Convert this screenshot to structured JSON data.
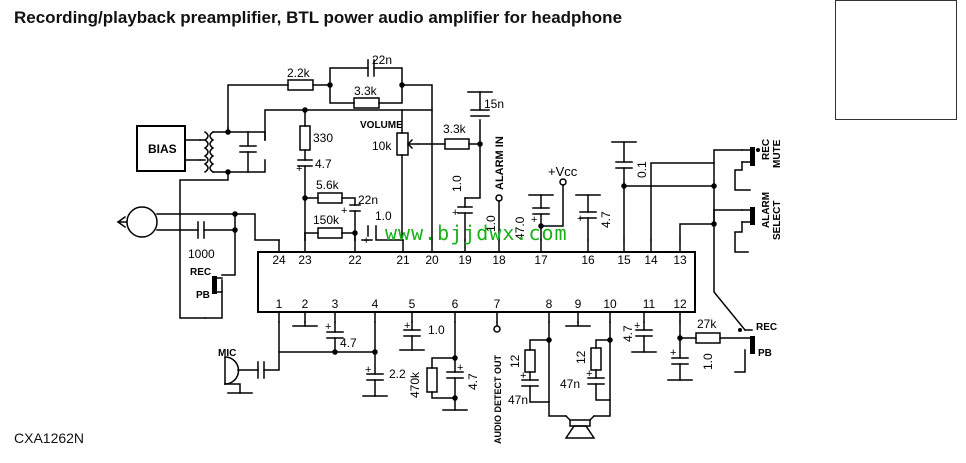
{
  "title": "Recording/playback preamplifier, BTL power audio amplifier for headphone",
  "part_number": "CXA1262N",
  "watermark": "www.bjjdwx.com",
  "ic_pins_top": [
    "24",
    "23",
    "22",
    "21",
    "20",
    "19",
    "18",
    "17",
    "16",
    "15",
    "14",
    "13"
  ],
  "ic_pins_bottom": [
    "1",
    "2",
    "3",
    "4",
    "5",
    "6",
    "7",
    "8",
    "9",
    "10",
    "11",
    "12"
  ],
  "components": {
    "bias": "BIAS",
    "r_22k": "2.2k",
    "c_22n_top": "22n",
    "r_33k_top": "3.3k",
    "c_15n": "15n",
    "r_330": "330",
    "volume": "VOLUME",
    "pot_10k": "10k",
    "r_33k_mid": "3.3k",
    "c_47_a": "4.7",
    "r_56k": "5.6k",
    "c_22n_mid": "22n",
    "r_150k": "150k",
    "c_10_mid": "1.0",
    "c_10_19": "1.0",
    "c_10_18": "1.0",
    "c_470_17": "47.0",
    "c_47_16": "4.7",
    "c_01": "0.1",
    "c_1000": "1000",
    "c_47_3": "4.7",
    "c_10_5": "1.0",
    "c_22_4": "2.2",
    "r_470k": "470k",
    "c_47_6": "4.7",
    "r_12_a": "12",
    "c_47n_a": "47n",
    "r_12_b": "12",
    "c_47n_b": "47n",
    "c_47_11": "4.7",
    "r_27k": "27k",
    "c_10_12": "1.0",
    "vcc": "+Vcc"
  },
  "labels": {
    "alarm_in": "ALARM IN",
    "rec_mute_1": "REC",
    "rec_mute_2": "MUTE",
    "alarm_select_1": "ALARM",
    "alarm_select_2": "SELECT",
    "rec_left": "REC",
    "pb_left": "PB",
    "rec_right": "REC",
    "pb_right": "PB",
    "mic": "MIC",
    "audio_detect_out": "AUDIO DETECT OUT"
  }
}
